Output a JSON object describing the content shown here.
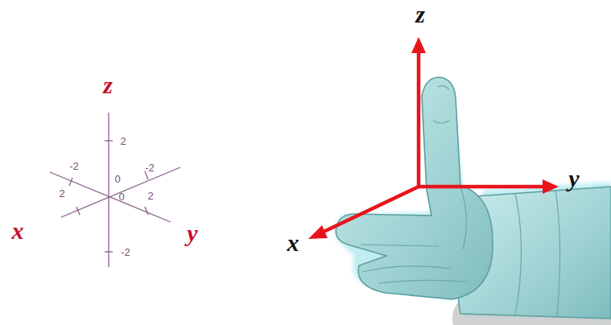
{
  "diagram": {
    "labels": [
      "z",
      "2",
      "-2",
      "0",
      "-2",
      "2",
      "0",
      "2",
      "x",
      "y",
      "-2",
      "z",
      "y",
      "x"
    ]
  }
}
